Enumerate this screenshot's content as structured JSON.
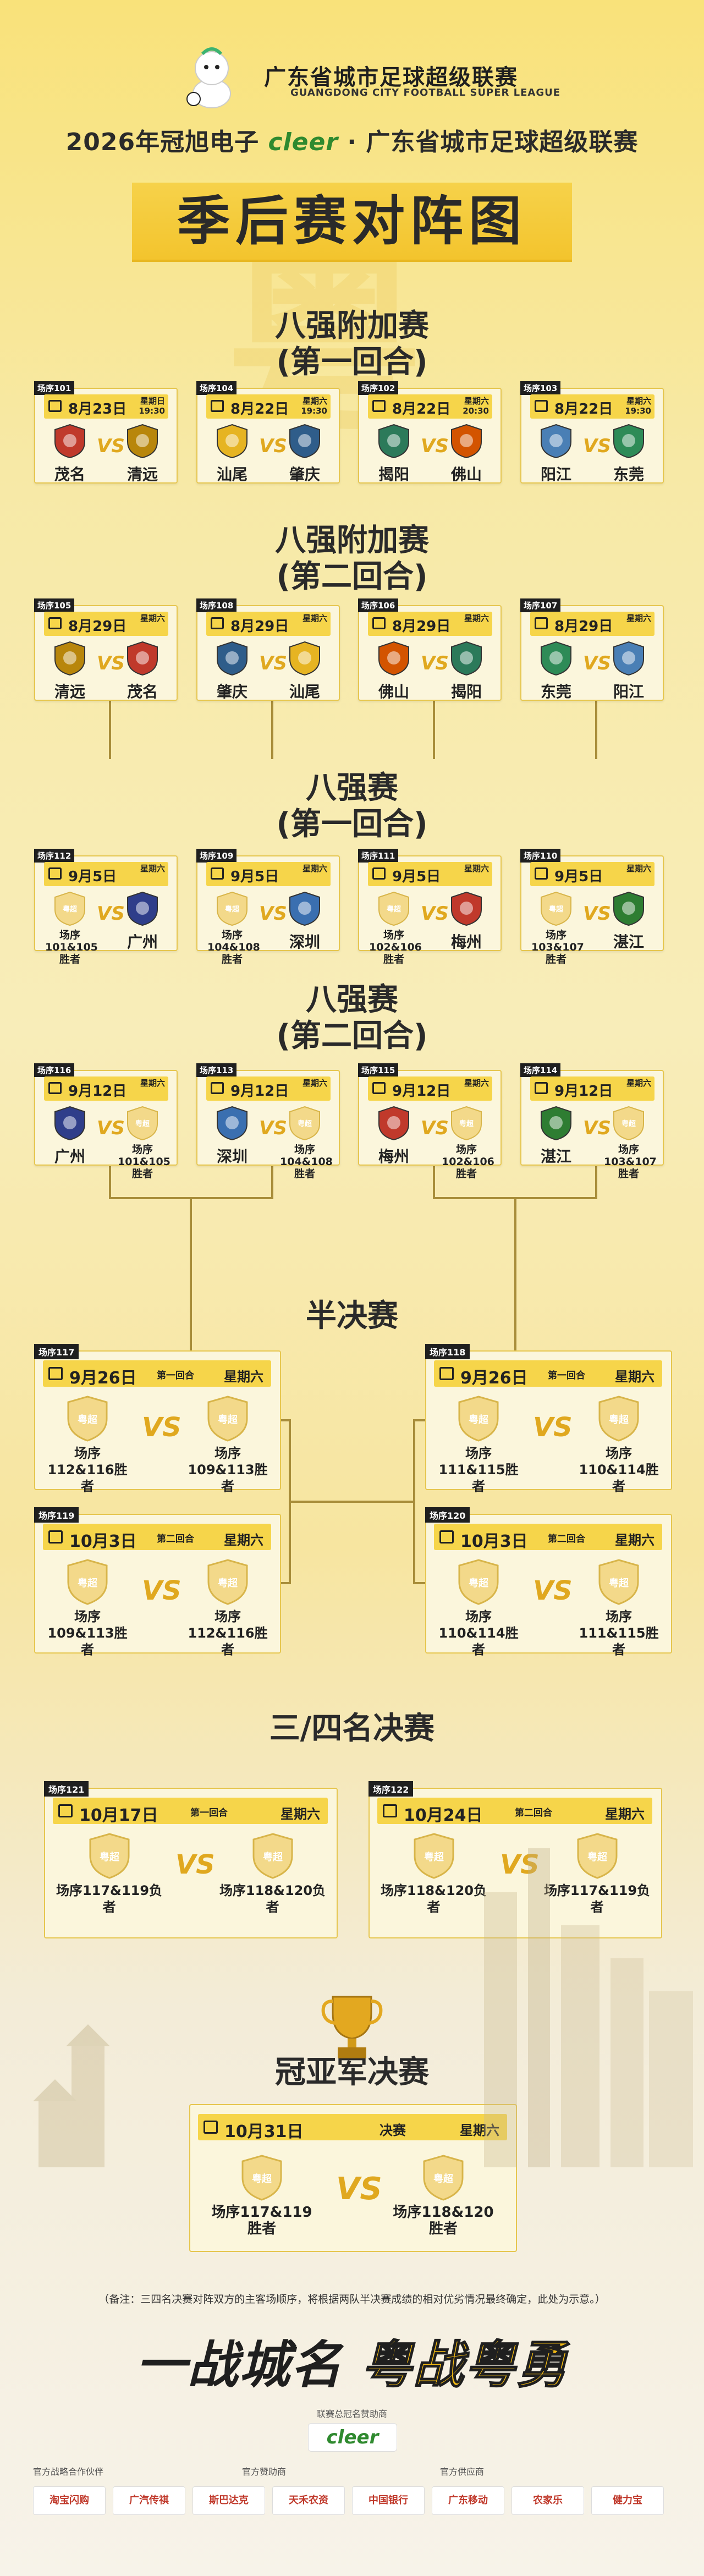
{
  "header": {
    "league_title": "广东省城市足球超级联赛",
    "league_subtitle": "GUANGDONG CITY FOOTBALL SUPER LEAGUE",
    "sponsor_prefix": "2026年冠旭电子",
    "sponsor_brand": "cleer",
    "sponsor_suffix": "· 广东省城市足球超级联赛",
    "main_title": "季后赛对阵图"
  },
  "rounds": {
    "r1_title": "八强附加赛",
    "r1_sub": "(第一回合)",
    "r2_title": "八强附加赛",
    "r2_sub": "(第二回合)",
    "r3_title": "八强赛",
    "r3_sub": "(第一回合)",
    "r4_title": "八强赛",
    "r4_sub": "(第二回合)",
    "semi_title": "半决赛",
    "third_title": "三/四名决赛",
    "final_title": "冠亚军决赛"
  },
  "vs": "VS",
  "row1": [
    {
      "no": "场序101",
      "date": "8月23日",
      "wk": "星期日",
      "time": "19:30",
      "home": "茂名",
      "away": "清远",
      "hc": "#c0392b",
      "ac": "#b8860b"
    },
    {
      "no": "场序104",
      "date": "8月22日",
      "wk": "星期六",
      "time": "19:30",
      "home": "汕尾",
      "away": "肇庆",
      "hc": "#e6b422",
      "ac": "#2f5d8a"
    },
    {
      "no": "场序102",
      "date": "8月22日",
      "wk": "星期六",
      "time": "20:30",
      "home": "揭阳",
      "away": "佛山",
      "hc": "#2c7a5a",
      "ac": "#d35400"
    },
    {
      "no": "场序103",
      "date": "8月22日",
      "wk": "星期六",
      "time": "19:30",
      "home": "阳江",
      "away": "东莞",
      "hc": "#4a7fb5",
      "ac": "#2e8b57"
    }
  ],
  "row2": [
    {
      "no": "场序105",
      "date": "8月29日",
      "wk": "星期六",
      "home": "清远",
      "away": "茂名",
      "hc": "#b8860b",
      "ac": "#c0392b"
    },
    {
      "no": "场序108",
      "date": "8月29日",
      "wk": "星期六",
      "home": "肇庆",
      "away": "汕尾",
      "hc": "#2f5d8a",
      "ac": "#e6b422"
    },
    {
      "no": "场序106",
      "date": "8月29日",
      "wk": "星期六",
      "home": "佛山",
      "away": "揭阳",
      "hc": "#d35400",
      "ac": "#2c7a5a"
    },
    {
      "no": "场序107",
      "date": "8月29日",
      "wk": "星期六",
      "home": "东莞",
      "away": "阳江",
      "hc": "#2e8b57",
      "ac": "#4a7fb5"
    }
  ],
  "row3": [
    {
      "no": "场序112",
      "date": "9月5日",
      "wk": "星期六",
      "home": "场序101&105胜者",
      "away": "广州",
      "ac": "#2f3e8a"
    },
    {
      "no": "场序109",
      "date": "9月5日",
      "wk": "星期六",
      "home": "场序104&108胜者",
      "away": "深圳",
      "ac": "#3a6fb0"
    },
    {
      "no": "场序111",
      "date": "9月5日",
      "wk": "星期六",
      "home": "场序102&106胜者",
      "away": "梅州",
      "ac": "#c0392b"
    },
    {
      "no": "场序110",
      "date": "9月5日",
      "wk": "星期六",
      "home": "场序103&107胜者",
      "away": "湛江",
      "ac": "#2e7d32"
    }
  ],
  "row4": [
    {
      "no": "场序116",
      "date": "9月12日",
      "wk": "星期六",
      "home": "广州",
      "away": "场序101&105胜者",
      "hc": "#2f3e8a"
    },
    {
      "no": "场序113",
      "date": "9月12日",
      "wk": "星期六",
      "home": "深圳",
      "away": "场序104&108胜者",
      "hc": "#3a6fb0"
    },
    {
      "no": "场序115",
      "date": "9月12日",
      "wk": "星期六",
      "home": "梅州",
      "away": "场序102&106胜者",
      "hc": "#c0392b"
    },
    {
      "no": "场序114",
      "date": "9月12日",
      "wk": "星期六",
      "home": "湛江",
      "away": "场序103&107胜者",
      "hc": "#2e7d32"
    }
  ],
  "semis": [
    {
      "no": "场序117",
      "date": "9月26日",
      "round": "第一回合",
      "wk": "星期六",
      "home": "场序112&116胜者",
      "away": "场序109&113胜者"
    },
    {
      "no": "场序118",
      "date": "9月26日",
      "round": "第一回合",
      "wk": "星期六",
      "home": "场序111&115胜者",
      "away": "场序110&114胜者"
    },
    {
      "no": "场序119",
      "date": "10月3日",
      "round": "第二回合",
      "wk": "星期六",
      "home": "场序109&113胜者",
      "away": "场序112&116胜者"
    },
    {
      "no": "场序120",
      "date": "10月3日",
      "round": "第二回合",
      "wk": "星期六",
      "home": "场序110&114胜者",
      "away": "场序111&115胜者"
    }
  ],
  "third": [
    {
      "no": "场序121",
      "date": "10月17日",
      "round": "第一回合",
      "wk": "星期六",
      "home": "场序117&119负者",
      "away": "场序118&120负者"
    },
    {
      "no": "场序122",
      "date": "10月24日",
      "round": "第二回合",
      "wk": "星期六",
      "home": "场序118&120负者",
      "away": "场序117&119负者"
    }
  ],
  "final": {
    "date": "10月31日",
    "round": "决赛",
    "wk": "星期六",
    "home": "场序117&119胜者",
    "away": "场序118&120胜者"
  },
  "footer": {
    "note": "（备注：三四名决赛对阵双方的主客场顺序，将根据两队半决赛成绩的相对优劣情况最终确定，此处为示意。）",
    "slogan_a": "一战城名",
    "slogan_b": "粤战粤勇",
    "title_sponsor_label": "联赛总冠名赞助商",
    "title_sponsor": "cleer",
    "strategic_label": "官方战略合作伙伴",
    "official_label": "官方赞助商",
    "supplier_label": "官方供应商",
    "partner_1": "淘宝闪购",
    "partner_2": "广汽传祺",
    "partner_3": "斯巴达克",
    "partner_4": "天禾农资",
    "partner_5": "中国银行",
    "partner_6": "广东移动",
    "partner_7": "农家乐",
    "partner_8": "健力宝"
  },
  "colors": {
    "gold": "#f6d54a",
    "dark": "#1f1f1f",
    "vs": "#e0a81f"
  }
}
